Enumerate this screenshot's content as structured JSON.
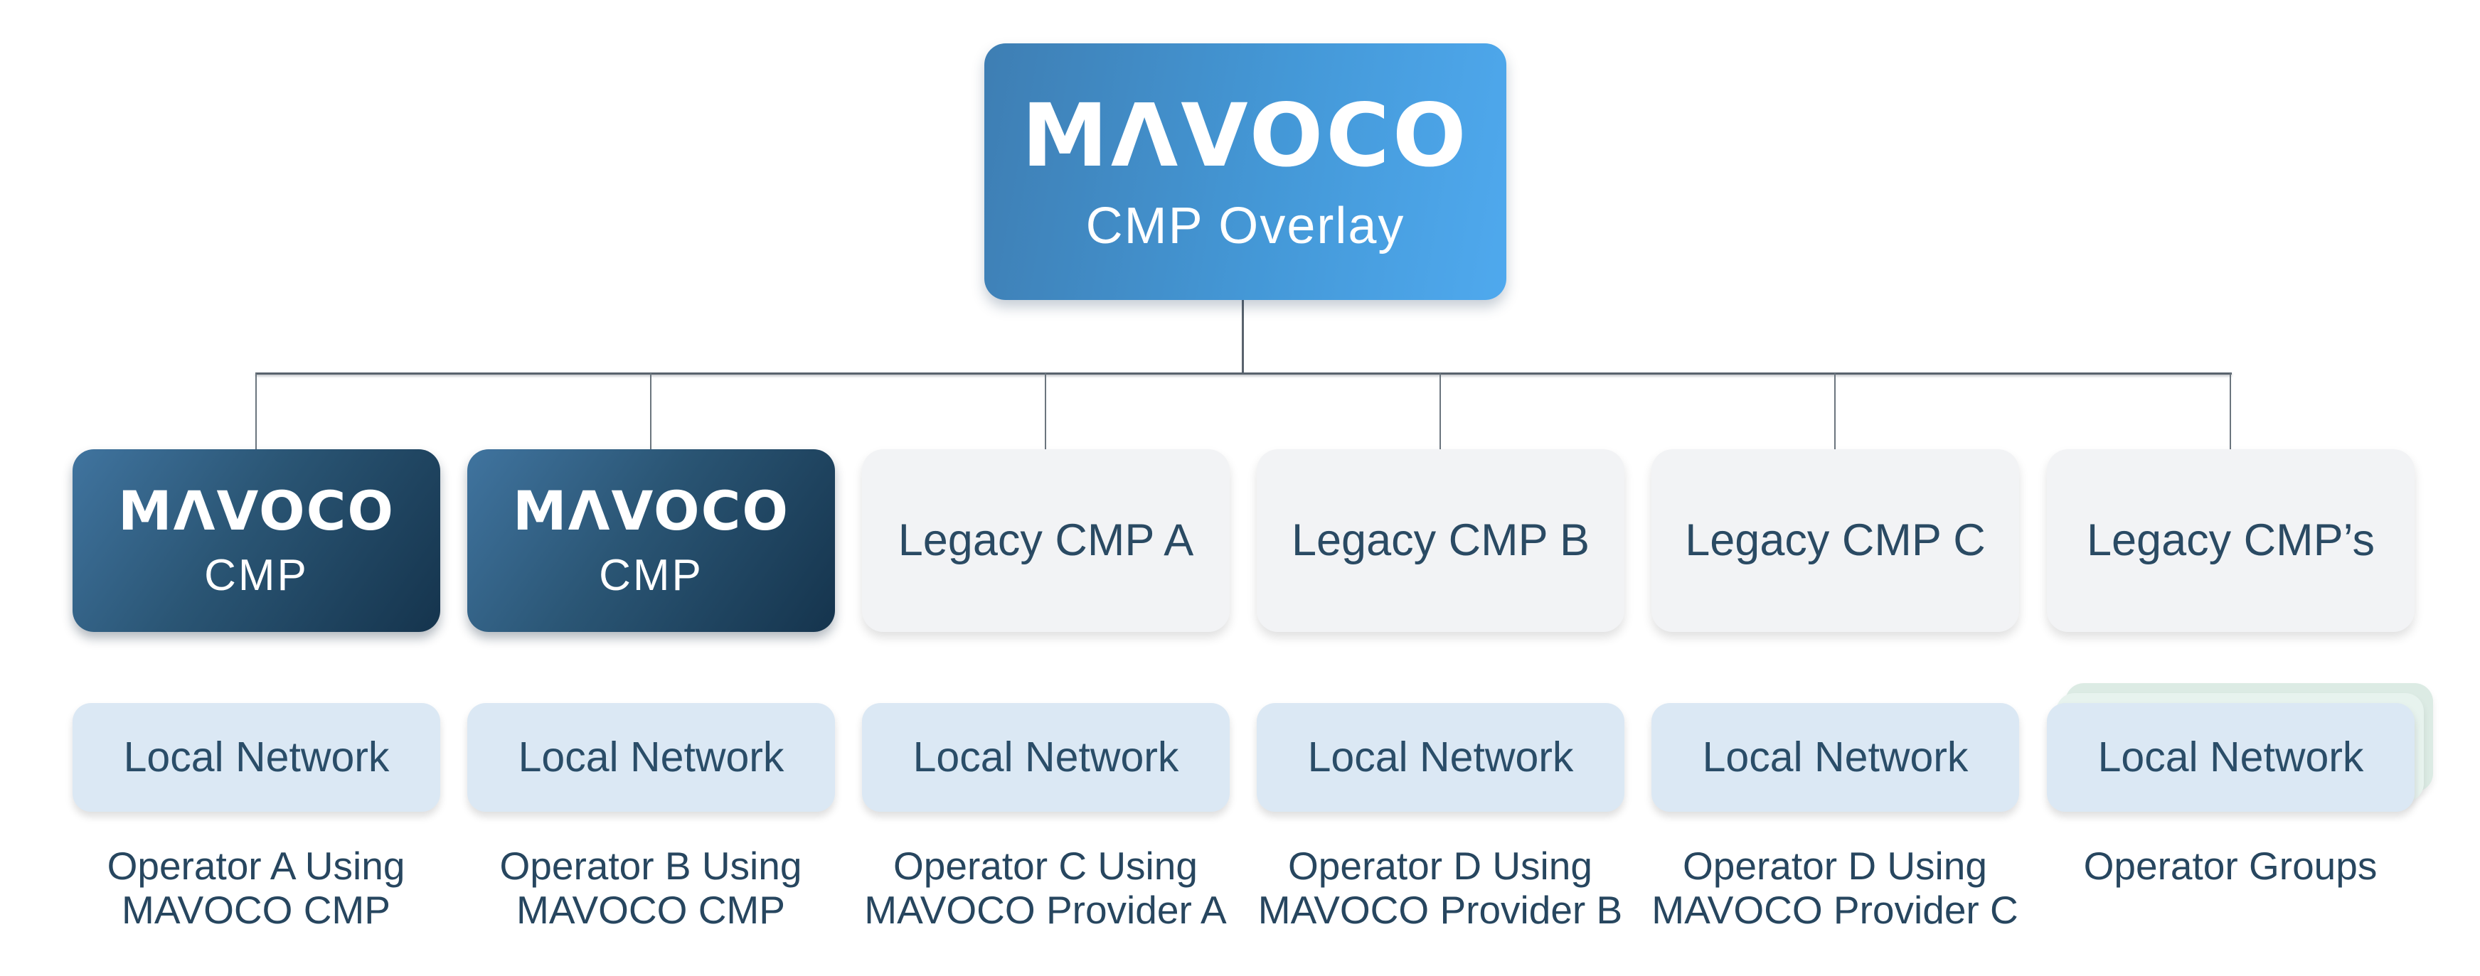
{
  "root": {
    "logo": "MΛVOCO",
    "subtitle": "CMP Overlay"
  },
  "columns": [
    {
      "logo": "MΛVOCO",
      "sublabel": "CMP",
      "network": "Local Network",
      "caption": [
        "Operator A Using",
        "MAVOCO CMP"
      ]
    },
    {
      "logo": "MΛVOCO",
      "sublabel": "CMP",
      "network": "Local Network",
      "caption": [
        "Operator B Using",
        "MAVOCO CMP"
      ]
    },
    {
      "label": "Legacy CMP A",
      "network": "Local Network",
      "caption": [
        "Operator C Using",
        "MAVOCO Provider A"
      ]
    },
    {
      "label": "Legacy CMP B",
      "network": "Local Network",
      "caption": [
        "Operator D Using",
        "MAVOCO Provider B"
      ]
    },
    {
      "label": "Legacy CMP C",
      "network": "Local Network",
      "caption": [
        "Operator D Using",
        "MAVOCO Provider C"
      ]
    },
    {
      "label": "Legacy CMP’s",
      "network": "Local Network",
      "caption": [
        "Operator Groups"
      ]
    }
  ],
  "colors": {
    "root_gradient_start": "#3e7eb3",
    "root_gradient_end": "#4fa9ee",
    "mavoco_gradient_start": "#40749f",
    "mavoco_gradient_end": "#15344d",
    "legacy_bg": "#f2f3f5",
    "local_network_bg": "#dbe8f4",
    "stack_card_mid": "#e7f3ee",
    "stack_card_back": "#dcebe4",
    "text_dark": "#27465f",
    "connector_line": "#59636d",
    "background": "#ffffff"
  }
}
